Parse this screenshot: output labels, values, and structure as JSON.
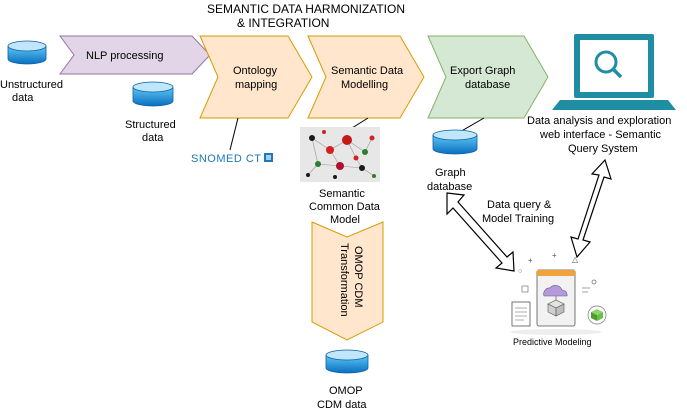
{
  "header": {
    "title_line1": "SEMANTIC DATA HARMONIZATION",
    "title_line2": "& INTEGRATION"
  },
  "steps": {
    "nlp": "NLP processing",
    "ontology": [
      "Ontology",
      "mapping"
    ],
    "semantic": [
      "Semantic Data",
      "Modelling"
    ],
    "export": [
      "Export Graph",
      "database"
    ],
    "omop": [
      "OMOP CDM",
      "Transformation"
    ]
  },
  "stores": {
    "unstructured": [
      "Unstructured",
      "data"
    ],
    "structured": [
      "Structured",
      "data"
    ],
    "graph": [
      "Graph",
      "database"
    ],
    "omop_cdm": [
      "OMOP",
      "CDM data"
    ]
  },
  "labels": {
    "snomed": "SNOMED CT",
    "cdm": [
      "Semantic",
      "Common Data",
      "Model"
    ],
    "web": [
      "Data analysis and exploration",
      "web interface - Semantic",
      "Query System"
    ],
    "query": [
      "Data query &",
      "Model Training"
    ],
    "predictive": "Predictive Modeling"
  },
  "icons": {
    "database": "database-cylinder-icon",
    "laptop": "laptop-search-icon",
    "network": "network-graph-icon",
    "predictive": "predictive-modeling-icon"
  },
  "colors": {
    "purple": "#e1d5e7",
    "purple_stroke": "#9673a6",
    "orange": "#ffe6cc",
    "orange_stroke": "#d79b00",
    "green": "#d5e8d4",
    "green_stroke": "#82b366",
    "db_blue": "#1ba1e2",
    "laptop_teal": "#1f8ea3",
    "snomed_blue": "#1e79b6"
  }
}
